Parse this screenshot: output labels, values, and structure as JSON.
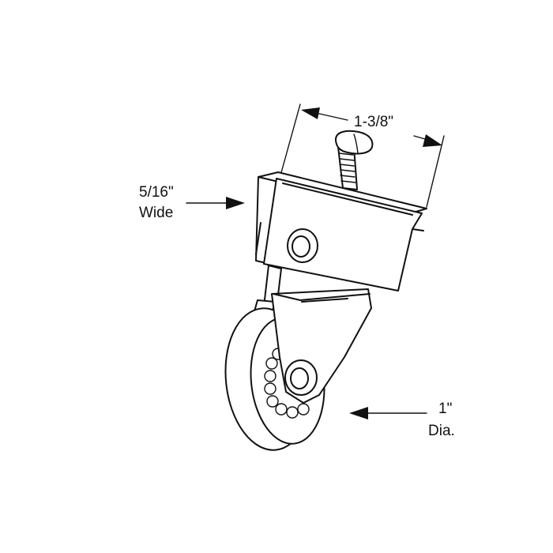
{
  "dimensions": {
    "overall_width": "1-3/8\"",
    "wheel_width_value": "5/16\"",
    "wheel_width_unit": "Wide",
    "wheel_diameter_value": "1\"",
    "wheel_diameter_unit": "Dia."
  },
  "colors": {
    "ink": "#111111",
    "background": "#ffffff"
  }
}
